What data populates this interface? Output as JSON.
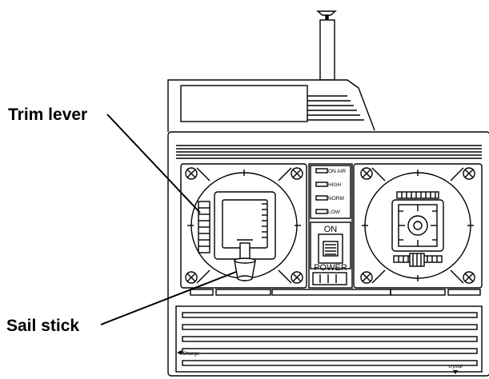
{
  "callouts": {
    "trim_lever": "Trim lever",
    "sail_stick": "Sail stick"
  },
  "indicators": [
    "ON AIR",
    "HIGH",
    "NORM",
    "LOW"
  ],
  "power_switch": {
    "on_label": "ON",
    "power_label": "POWER"
  },
  "charge_label": "Charge",
  "crystal_label": "crystal"
}
